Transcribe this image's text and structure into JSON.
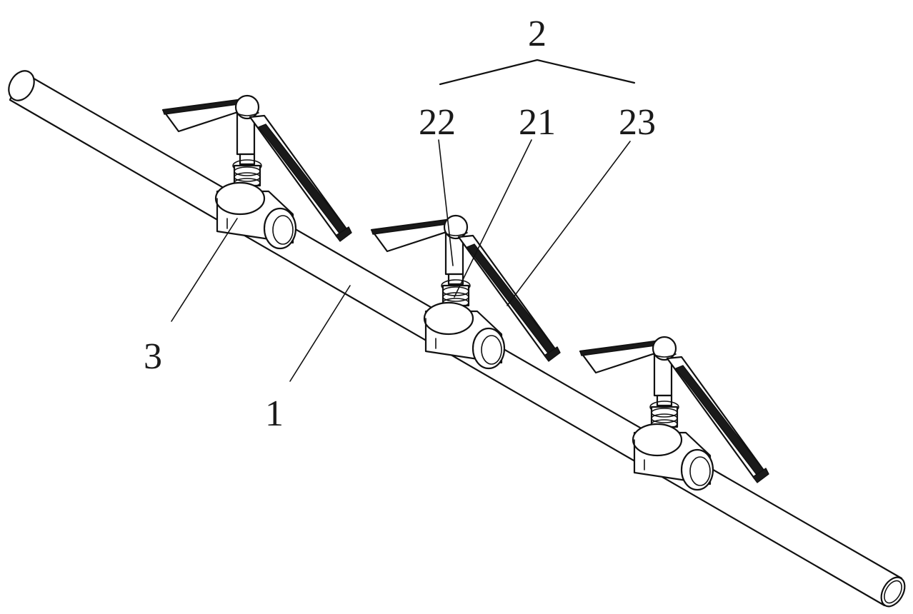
{
  "figure": {
    "reference_numerals": {
      "pipe": "1",
      "assembly": "2",
      "assembly_part_21": "21",
      "assembly_part_22": "22",
      "assembly_part_23": "23",
      "tee_fitting": "3"
    },
    "sprinkler_unit_count": 3
  }
}
